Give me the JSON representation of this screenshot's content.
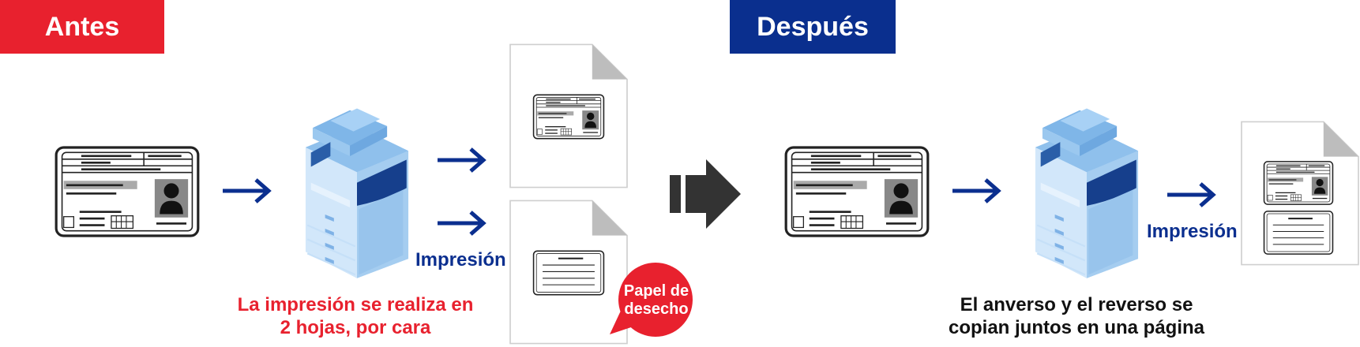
{
  "before": {
    "tag": "Antes",
    "print_label": "Impresión",
    "caption_line1": "La impresión se realiza en",
    "caption_line2": "2 hojas, por cara",
    "waste_badge_line1": "Papel de",
    "waste_badge_line2": "desecho"
  },
  "after": {
    "tag": "Después",
    "print_label": "Impresión",
    "caption_line1": "El anverso y el reverso se",
    "caption_line2": "copian juntos en una página"
  },
  "colors": {
    "before_tag": "#e8212e",
    "after_tag": "#0a2f8e",
    "arrow": "#0b2f8f",
    "warning_text": "#e8212e",
    "badge": "#e8212e",
    "big_arrow": "#333333",
    "copier": "#a9d0f2"
  },
  "icons": [
    "id-card-icon",
    "copier-icon",
    "document-icon",
    "arrow-right-icon",
    "transition-arrow-icon"
  ]
}
